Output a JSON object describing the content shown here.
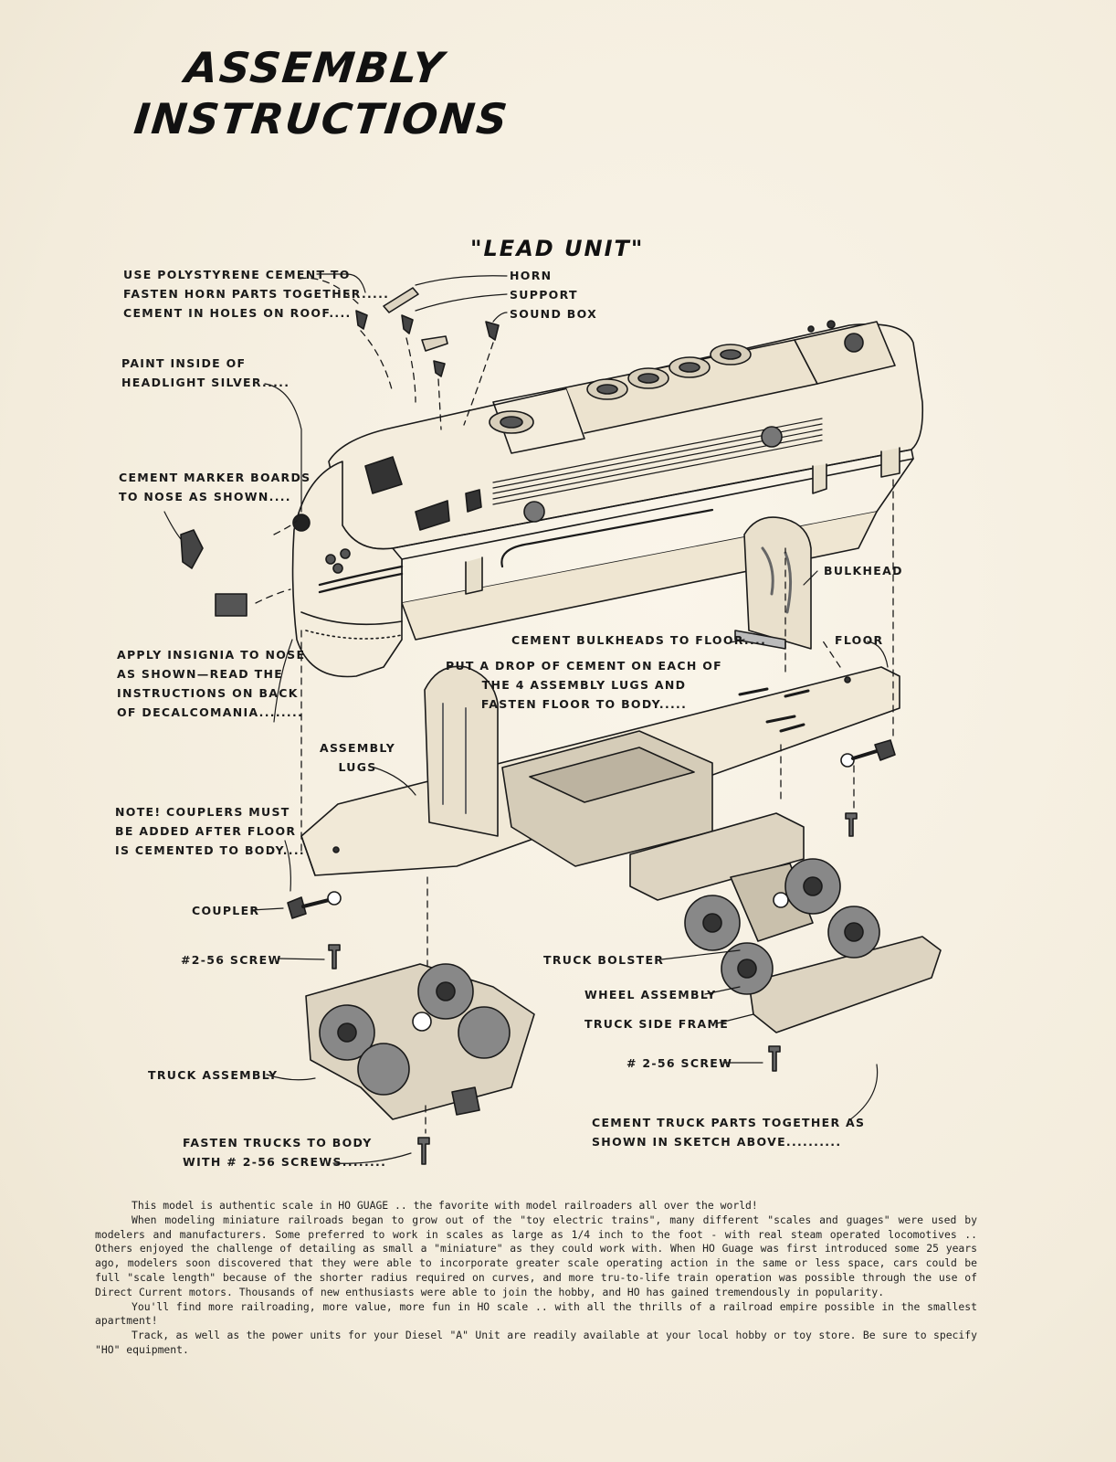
{
  "title": {
    "line1": "ASSEMBLY",
    "line2": "INSTRUCTIONS"
  },
  "subtitle": "\"LEAD UNIT\"",
  "labels": {
    "polystyrene_1": "USE POLYSTYRENE CEMENT TO",
    "polystyrene_2": "FASTEN HORN PARTS TOGETHER.....",
    "polystyrene_3": "CEMENT IN HOLES ON ROOF....",
    "horn": "HORN",
    "support": "SUPPORT",
    "sound_box": "SOUND BOX",
    "paint_1": "PAINT INSIDE OF",
    "paint_2": "HEADLIGHT SILVER.....",
    "marker_1": "CEMENT MARKER BOARDS",
    "marker_2": "TO NOSE AS SHOWN....",
    "bulkhead": "BULKHEAD",
    "cement_bulkheads": "CEMENT BULKHEADS TO FLOOR....",
    "floor": "FLOOR",
    "insignia_1": "APPLY INSIGNIA TO NOSE",
    "insignia_2": "AS SHOWN—READ THE",
    "insignia_3": "INSTRUCTIONS ON BACK",
    "insignia_4": "OF DECALCOMANIA........",
    "drop_1": "PUT A DROP OF CEMENT ON EACH OF",
    "drop_2": "THE 4 ASSEMBLY LUGS AND",
    "drop_3": "FASTEN FLOOR TO BODY.....",
    "lugs_1": "ASSEMBLY",
    "lugs_2": "LUGS",
    "note_1": "NOTE! COUPLERS MUST",
    "note_2": "BE ADDED AFTER FLOOR",
    "note_3": "IS CEMENTED TO BODY....",
    "coupler": "COUPLER",
    "screw_left": "#2-56 SCREW",
    "truck_bolster": "TRUCK BOLSTER",
    "wheel_assembly": "WHEEL ASSEMBLY",
    "truck_side_frame": "TRUCK SIDE FRAME",
    "screw_right": "# 2-56 SCREW",
    "truck_assembly": "TRUCK ASSEMBLY",
    "fasten_1": "FASTEN TRUCKS TO BODY",
    "fasten_2": "WITH # 2-56 SCREWS........",
    "cement_truck_1": "CEMENT TRUCK PARTS TOGETHER AS",
    "cement_truck_2": "SHOWN IN SKETCH ABOVE.........."
  },
  "body_text": {
    "p1": "This model is authentic scale in HO GUAGE .. the favorite with model railroaders all over the world!",
    "p2": "When modeling miniature railroads began to grow out of the \"toy electric trains\", many different \"scales and guages\" were used by modelers and manufacturers. Some preferred to work in scales as large as 1/4 inch to the foot - with real steam operated locomotives .. Others enjoyed the challenge of detailing as small a \"miniature\" as they could work with. When HO Guage was first introduced some 25 years ago, modelers soon discovered that they were able to incorporate greater scale operating action in the same or less space, cars could be full \"scale length\" because of the shorter radius required on curves, and more tru-to-life train operation was possible through the use of Direct Current motors. Thousands of new enthusiasts were able to join the hobby, and HO has gained tremendously in popularity.",
    "p3": "You'll find more railroading, more value, more fun in HO scale .. with all the thrills of a railroad empire possible in the smallest apartment!",
    "p4": "Track, as well as the power units for your Diesel \"A\" Unit are readily available at your local hobby or toy store. Be sure to specify \"HO\" equipment."
  }
}
